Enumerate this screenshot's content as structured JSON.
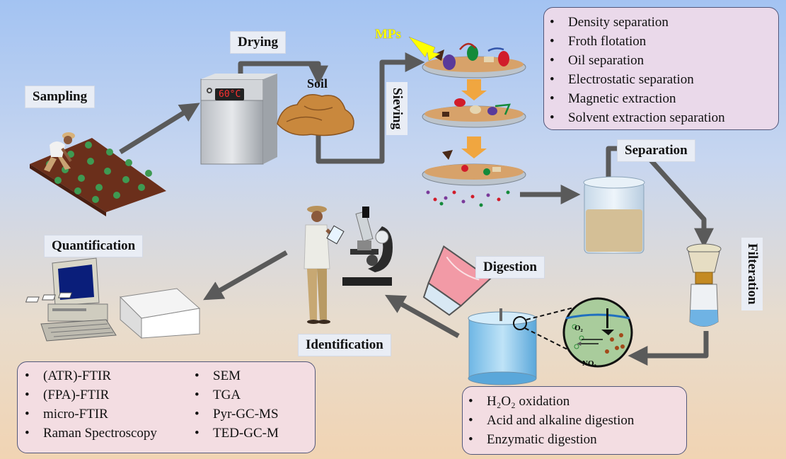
{
  "stages": {
    "sampling": "Sampling",
    "drying": "Drying",
    "soil": "Soil",
    "sieving": "Sieving",
    "separation": "Separation",
    "filteration": "Filteration",
    "digestion": "Digestion",
    "identification": "Identification",
    "quantification": "Quantification"
  },
  "mps_label": "MPs",
  "oven_temp": "60°C",
  "separation_methods": [
    "Density separation",
    "Froth flotation",
    "Oil separation",
    "Electrostatic separation",
    "Magnetic extraction",
    "Solvent extraction separation"
  ],
  "digestion_methods": [
    "H₂O₂ oxidation",
    "Acid and alkaline digestion",
    "Enzymatic digestion"
  ],
  "identification_methods_left": [
    "(ATR)-FTIR",
    "(FPA)-FTIR",
    "micro-FTIR",
    "Raman Spectroscopy"
  ],
  "identification_methods_right": [
    "SEM",
    "TGA",
    "Pyr-GC-MS",
    "TED-GC-M"
  ],
  "inset": {
    "o2": "O₂",
    "no3": "NO₃"
  },
  "colors": {
    "arrow": "#5a5a5a",
    "box_pink": "#f3dde2",
    "box_purple": "#ead9ea",
    "label_bg": "#e9edf5",
    "sieve_arrow": "#f0a640"
  }
}
